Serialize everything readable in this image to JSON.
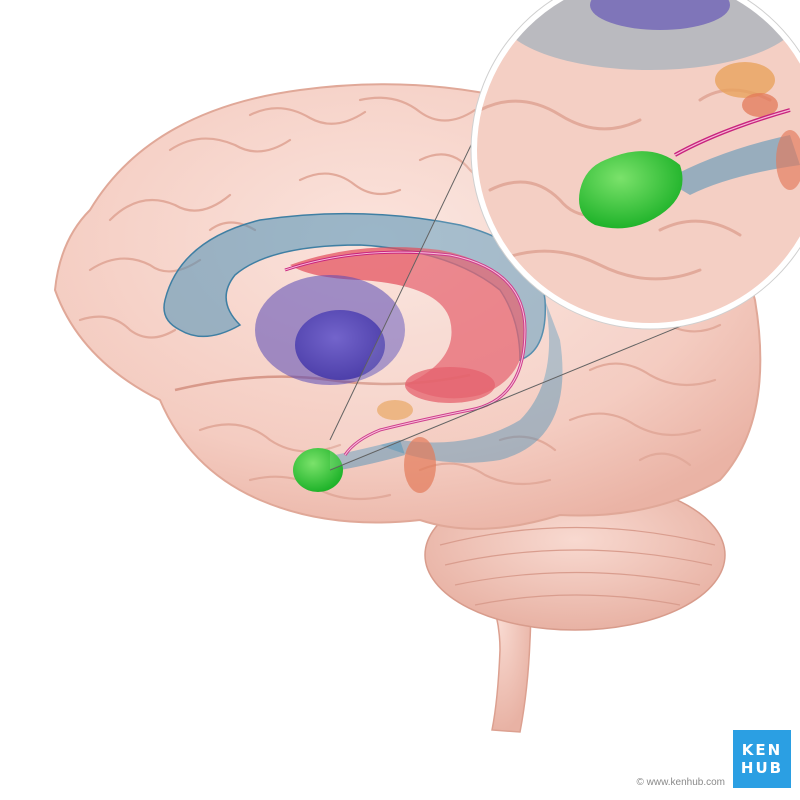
{
  "logo": {
    "line1": "KEN",
    "line2": "HUB",
    "color": "#2b9fe3"
  },
  "copyright": "© www.kenhub.com",
  "colors": {
    "brain": "#f6d2c8",
    "brain_shade": "#eeb9ab",
    "ventricle": "#4d92b8",
    "thalamus": "#5848b6",
    "caudate": "#e24c5a",
    "amygdala": "#3ac83c",
    "stria_terminalis": "#c8247e",
    "orange_structure": "#e9a35e"
  }
}
